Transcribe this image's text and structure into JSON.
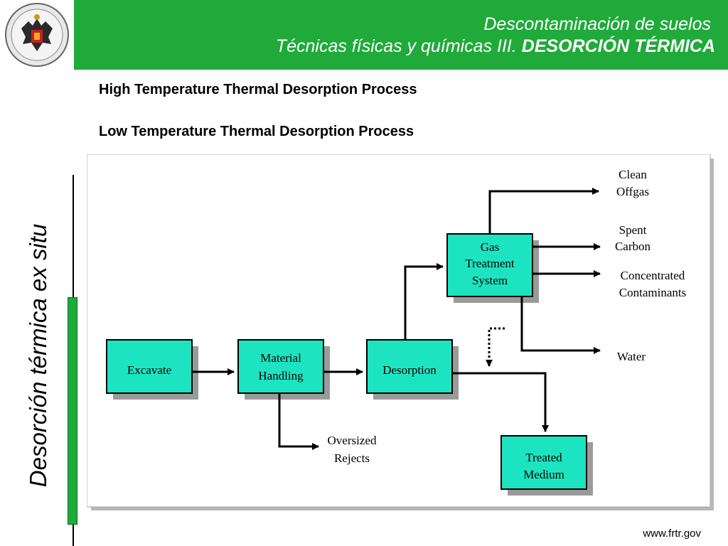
{
  "header": {
    "line1": "Descontaminación de suelos",
    "line2_prefix": "Técnicas físicas y químicas III. ",
    "line2_bold": "DESORCIÓN TÉRMICA"
  },
  "subtitles": [
    "High Temperature Thermal Desorption Process",
    "Low Temperature Thermal Desorption Process"
  ],
  "side_title": "Desorción térmica ex situ",
  "source": "www.frtr.gov",
  "colors": {
    "header_green": "#1faa3a",
    "box_fill": "#1de4c0",
    "box_shadow": "#9a9a9a"
  },
  "diagram": {
    "boxes": {
      "excavate": [
        "Excavate"
      ],
      "material_handling": [
        "Material",
        "Handling"
      ],
      "desorption": [
        "Desorption"
      ],
      "gas_treatment": [
        "Gas",
        "Treatment",
        "System"
      ],
      "treated_medium": [
        "Treated",
        "Medium"
      ]
    },
    "outputs": {
      "clean_offgas": [
        "Clean",
        "Offgas"
      ],
      "spent_carbon": [
        "Spent",
        "Carbon"
      ],
      "concentrated": [
        "Concentrated",
        "Contaminants"
      ],
      "water": [
        "Water"
      ],
      "oversized": [
        "Oversized",
        "Rejects"
      ]
    }
  }
}
